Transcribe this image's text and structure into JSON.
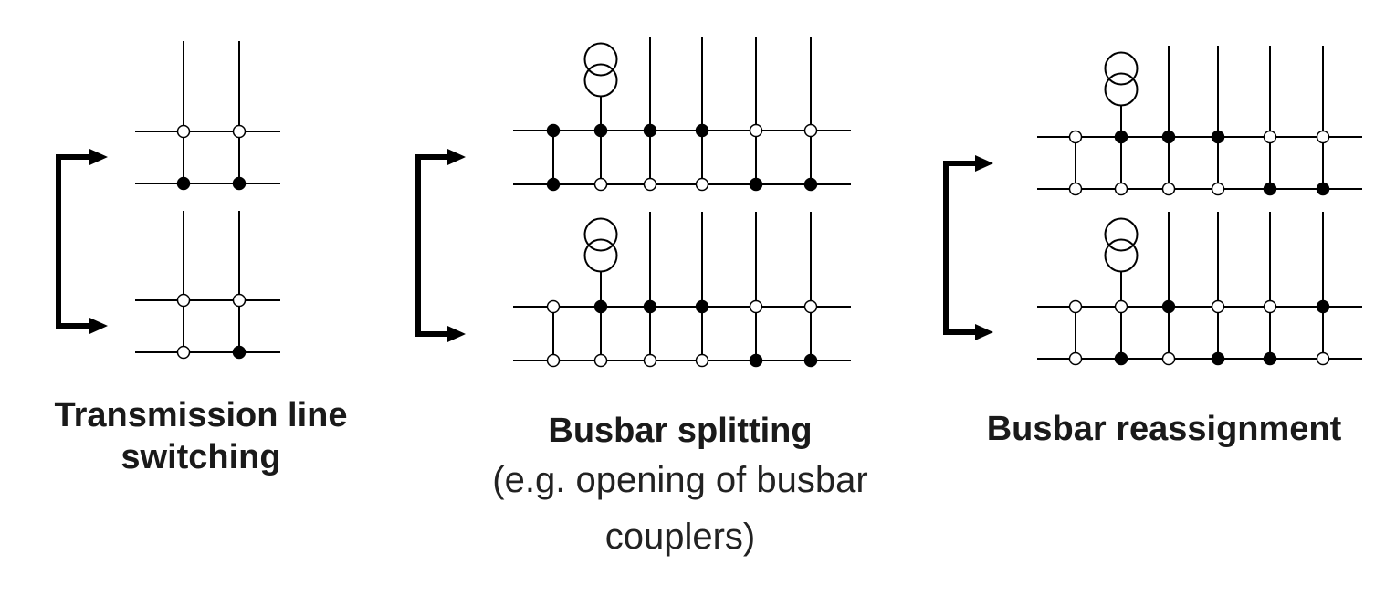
{
  "captions": {
    "line_switching": {
      "title": "Transmission line switching"
    },
    "busbar_splitting": {
      "title": "Busbar splitting",
      "subtitle": "(e.g. opening of busbar couplers)"
    },
    "busbar_reassignment": {
      "title": "Busbar reassignment"
    }
  },
  "panels": [
    {
      "id": "line-switching",
      "has_transformer": false,
      "has_coupler": false,
      "before": {
        "upper_bus": [
          "open",
          "open"
        ],
        "lower_bus": [
          "closed",
          "closed"
        ]
      },
      "after": {
        "upper_bus": [
          "open",
          "open"
        ],
        "lower_bus": [
          "open",
          "closed"
        ]
      }
    },
    {
      "id": "busbar-splitting",
      "has_transformer": true,
      "has_coupler": true,
      "before": {
        "coupler": [
          "closed",
          "closed"
        ],
        "upper_bus": [
          "closed",
          "closed",
          "closed",
          "open",
          "open"
        ],
        "lower_bus": [
          "open",
          "open",
          "open",
          "closed",
          "closed"
        ]
      },
      "after": {
        "coupler": [
          "open",
          "open"
        ],
        "upper_bus": [
          "closed",
          "closed",
          "closed",
          "open",
          "open"
        ],
        "lower_bus": [
          "open",
          "open",
          "open",
          "closed",
          "closed"
        ]
      }
    },
    {
      "id": "busbar-reassignment",
      "has_transformer": true,
      "has_coupler": true,
      "before": {
        "coupler": [
          "open",
          "open"
        ],
        "upper_bus": [
          "closed",
          "closed",
          "closed",
          "open",
          "open"
        ],
        "lower_bus": [
          "open",
          "open",
          "open",
          "closed",
          "closed"
        ]
      },
      "after": {
        "coupler": [
          "open",
          "open"
        ],
        "upper_bus": [
          "open",
          "closed",
          "open",
          "open",
          "closed"
        ],
        "lower_bus": [
          "closed",
          "open",
          "closed",
          "closed",
          "open"
        ]
      }
    }
  ]
}
